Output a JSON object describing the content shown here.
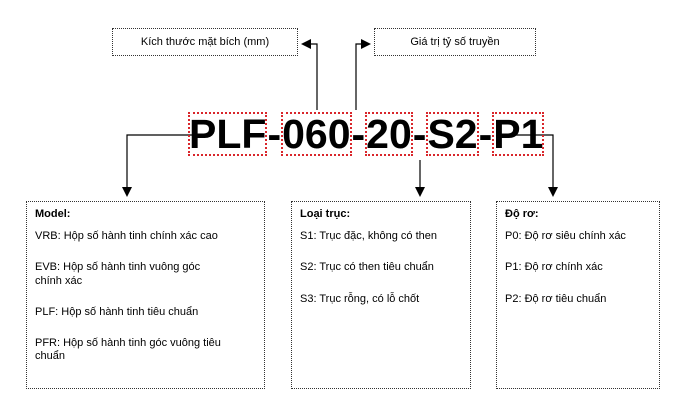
{
  "top_labels": {
    "flange": "Kích thước mặt bích (mm)",
    "ratio": "Giá trị tỷ số truyền"
  },
  "code": {
    "model": "PLF",
    "sep1": "-",
    "flange": "060",
    "sep2": "-",
    "ratio": "20",
    "sep3": "-",
    "shaft": "S2",
    "sep4": "-",
    "backlash": "P1"
  },
  "model_box": {
    "title": "Model:",
    "items": [
      "VRB: Hộp số hành tinh chính xác cao",
      "EVB: Hộp số hành tinh vuông góc chính xác",
      "PLF: Hộp số hành tinh tiêu chuẩn",
      "PFR: Hộp số hành tinh góc vuông tiêu chuẩn"
    ]
  },
  "shaft_box": {
    "title": "Loại trục:",
    "items": [
      "S1: Trục đặc, không có then",
      "S2: Trục có then tiêu chuẩn",
      "S3: Trục rỗng, có lỗ chốt"
    ]
  },
  "backlash_box": {
    "title": "Độ rơ:",
    "items": [
      "P0: Độ rơ siêu chính xác",
      "P1: Độ rơ chính xác",
      "P2: Độ rơ tiêu chuẩn"
    ]
  }
}
